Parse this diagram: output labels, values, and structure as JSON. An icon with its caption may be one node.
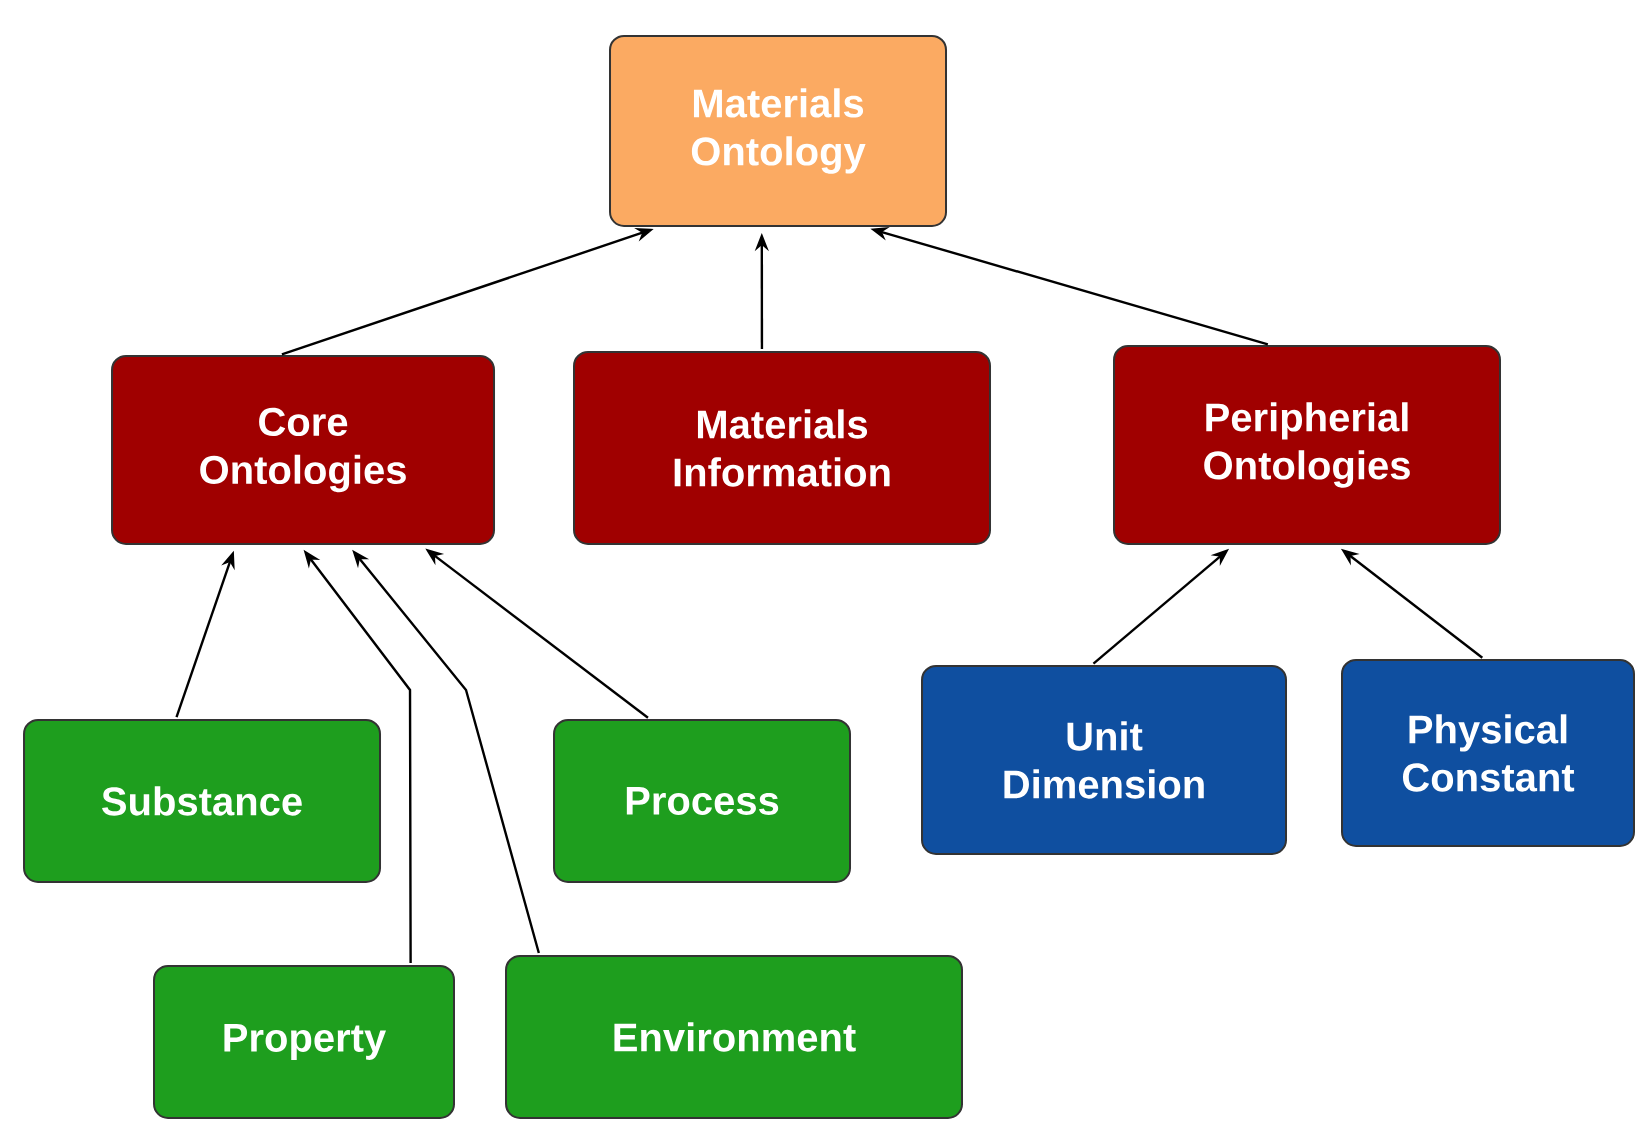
{
  "diagram": {
    "nodes": [
      {
        "text": [
          "Materials Ontology"
        ]
      },
      {
        "text": [
          "Core Ontologies"
        ]
      },
      {
        "text": [
          "Materials Information"
        ]
      },
      {
        "text": [
          "Peripherial Ontologies"
        ]
      },
      {
        "text": [
          "Substance"
        ]
      },
      {
        "text": [
          "Process"
        ]
      },
      {
        "text": [
          "Unit Dimension"
        ]
      },
      {
        "text": [
          "Physical Constant"
        ]
      },
      {
        "text": [
          "Property"
        ]
      },
      {
        "text": [
          "Environment"
        ]
      }
    ],
    "edges": [
      {
        "from": 1,
        "to": 0,
        "arrow": "to"
      },
      {
        "from": 2,
        "to": 0,
        "arrow": "to"
      },
      {
        "from": 3,
        "to": 0,
        "arrow": "to"
      },
      {
        "from": 4,
        "to": 1,
        "arrow": "to"
      },
      {
        "from": 8,
        "to": 1,
        "arrow": "to"
      },
      {
        "from": 9,
        "to": 1,
        "arrow": "to"
      },
      {
        "from": 5,
        "to": 1,
        "arrow": "to"
      },
      {
        "from": 6,
        "to": 3,
        "arrow": "to"
      },
      {
        "from": 7,
        "to": 3,
        "arrow": "to"
      }
    ]
  }
}
